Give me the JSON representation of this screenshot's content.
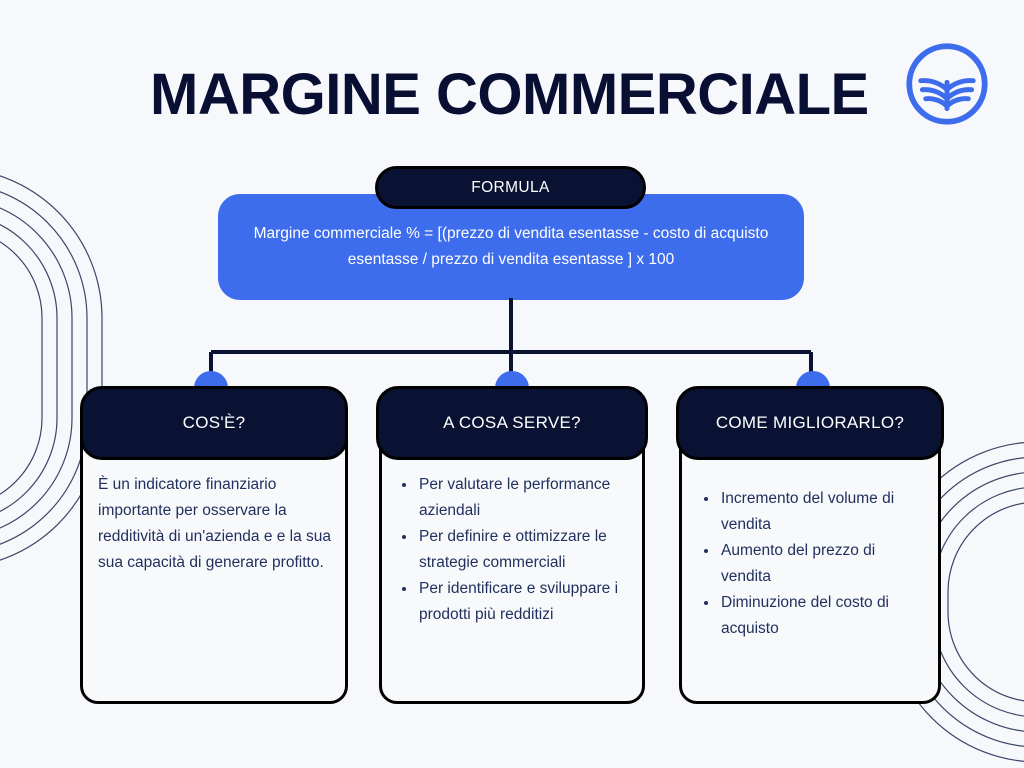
{
  "page": {
    "title": "MARGINE COMMERCIALE",
    "background_color": "#f7f8fb",
    "accent_blue": "#3d6ced",
    "dark_navy": "#0a1233",
    "text_color": "#22305e"
  },
  "logo": {
    "name": "circular-field-logo",
    "color": "#3d6ced"
  },
  "formula": {
    "badge_label": "FORMULA",
    "text": "Margine commerciale % = [(prezzo di vendita esentasse - costo di acquisto esentasse / prezzo di vendita esentasse ] x 100"
  },
  "cards": [
    {
      "id": "cos-e",
      "heading": "COS'È?",
      "body_type": "paragraph",
      "paragraph": "È un indicatore finanziario importante per osservare la redditività di un'azienda e e la sua sua capacità di generare profitto.",
      "items": []
    },
    {
      "id": "a-cosa-serve",
      "heading": "A COSA SERVE?",
      "body_type": "list",
      "paragraph": "",
      "items": [
        "Per valutare le performance aziendali",
        "Per definire e ottimizzare le strategie commerciali",
        "Per identificare e sviluppare i prodotti più redditizi"
      ]
    },
    {
      "id": "come-migliorarlo",
      "heading": "COME MIGLIORARLO?",
      "body_type": "list",
      "paragraph": "",
      "items": [
        "Incremento del volume di vendita",
        "Aumento del prezzo di vendita",
        "Diminuzione del costo di acquisto"
      ]
    }
  ]
}
